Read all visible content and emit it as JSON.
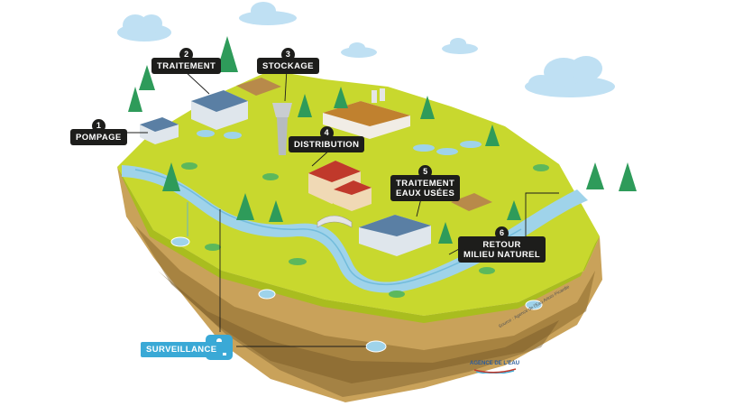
{
  "labels": {
    "pompage": {
      "number": "1",
      "text": "POMPAGE"
    },
    "traitement": {
      "number": "2",
      "text": "TRAITEMENT"
    },
    "stockage": {
      "number": "3",
      "text": "STOCKAGE"
    },
    "distribution": {
      "number": "4",
      "text": "DISTRIBUTION"
    },
    "traitement_eaux_usees": {
      "number": "5",
      "text": "TRAITEMENT\nEAUX USÉES"
    },
    "retour_milieu_naturel": {
      "number": "6",
      "text": "RETOUR\nMILIEU NATUREL"
    },
    "surveillance": {
      "text": "SURVEILLANCE"
    }
  },
  "source_note": "Source : Agence de l'Eau Artois-Picardie",
  "logo_text": "AGENCE DE L'EAU",
  "colors": {
    "grass": "#c8d82e",
    "grass_dark": "#a9bd1f",
    "soil": "#c9a25a",
    "soil_dark": "#8a6a2e",
    "water": "#9fd3ea",
    "water_dark": "#5fb2d6",
    "tree": "#2e9b5a",
    "cloud": "#bfe0f3",
    "label_bg": "#1d1d1b",
    "surveillance_bg": "#3aa9d6"
  }
}
